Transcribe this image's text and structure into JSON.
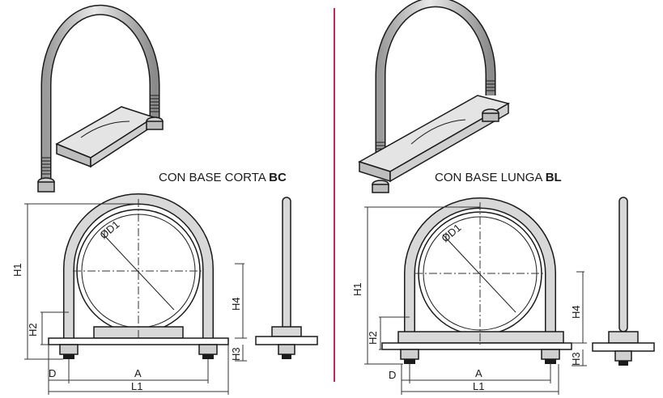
{
  "left": {
    "caption": "CON BASE CORTA",
    "caption_code": "BC",
    "dims": {
      "diameter": "ØD1",
      "h1": "H1",
      "h2": "H2",
      "h3": "H3",
      "h4": "H4",
      "d": "D",
      "a": "A",
      "l1": "L1"
    }
  },
  "right": {
    "caption": "CON BASE LUNGA",
    "caption_code": "BL",
    "dims": {
      "diameter": "ØD1",
      "h1": "H1",
      "h2": "H2",
      "h3": "H3",
      "h4": "H4",
      "d": "D",
      "a": "A",
      "l1": "L1"
    }
  },
  "colors": {
    "divider": "#c4265a",
    "steel": "#d8d8d8",
    "outline": "#1a1a1a",
    "dimension": "#333333"
  }
}
